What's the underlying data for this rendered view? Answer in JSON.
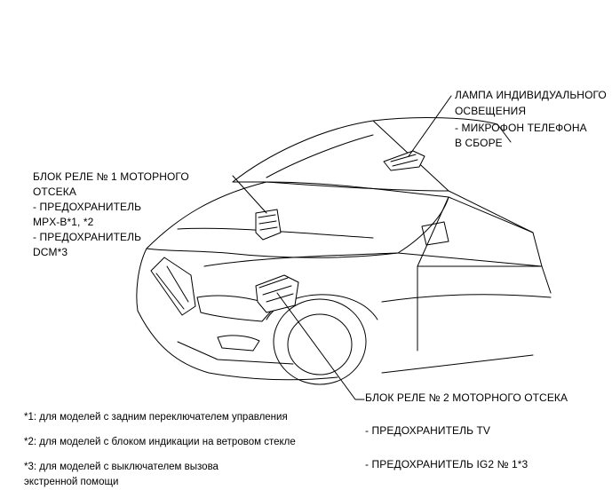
{
  "callouts": {
    "lamp": {
      "line1": "ЛАМПА ИНДИВИДУАЛЬНОГО",
      "line2": "ОСВЕЩЕНИЯ",
      "line3": "- МИКРОФОН ТЕЛЕФОНА",
      "line4": "В СБОРЕ"
    },
    "relay1": {
      "line1": "БЛОК РЕЛЕ № 1 МОТОРНОГО",
      "line2": "ОТСЕКА",
      "line3": "- ПРЕДОХРАНИТЕЛЬ",
      "line4": "MPX-B*1, *2",
      "line5": "- ПРЕДОХРАНИТЕЛЬ",
      "line6": "DCM*3"
    },
    "relay2": {
      "title": "БЛОК РЕЛЕ № 2 МОТОРНОГО ОТСЕКА",
      "fuse_tv": "- ПРЕДОХРАНИТЕЛЬ TV",
      "fuse_ig2": "- ПРЕДОХРАНИТЕЛЬ IG2 № 1*3"
    }
  },
  "footnotes": {
    "n1": "*1: для моделей с задним переключателем управления",
    "n2": "*2: для моделей с блоком индикации на ветровом стекле",
    "n3_line1": "*3: для моделей с выключателем вызова",
    "n3_line2": "экстренной помощи"
  }
}
